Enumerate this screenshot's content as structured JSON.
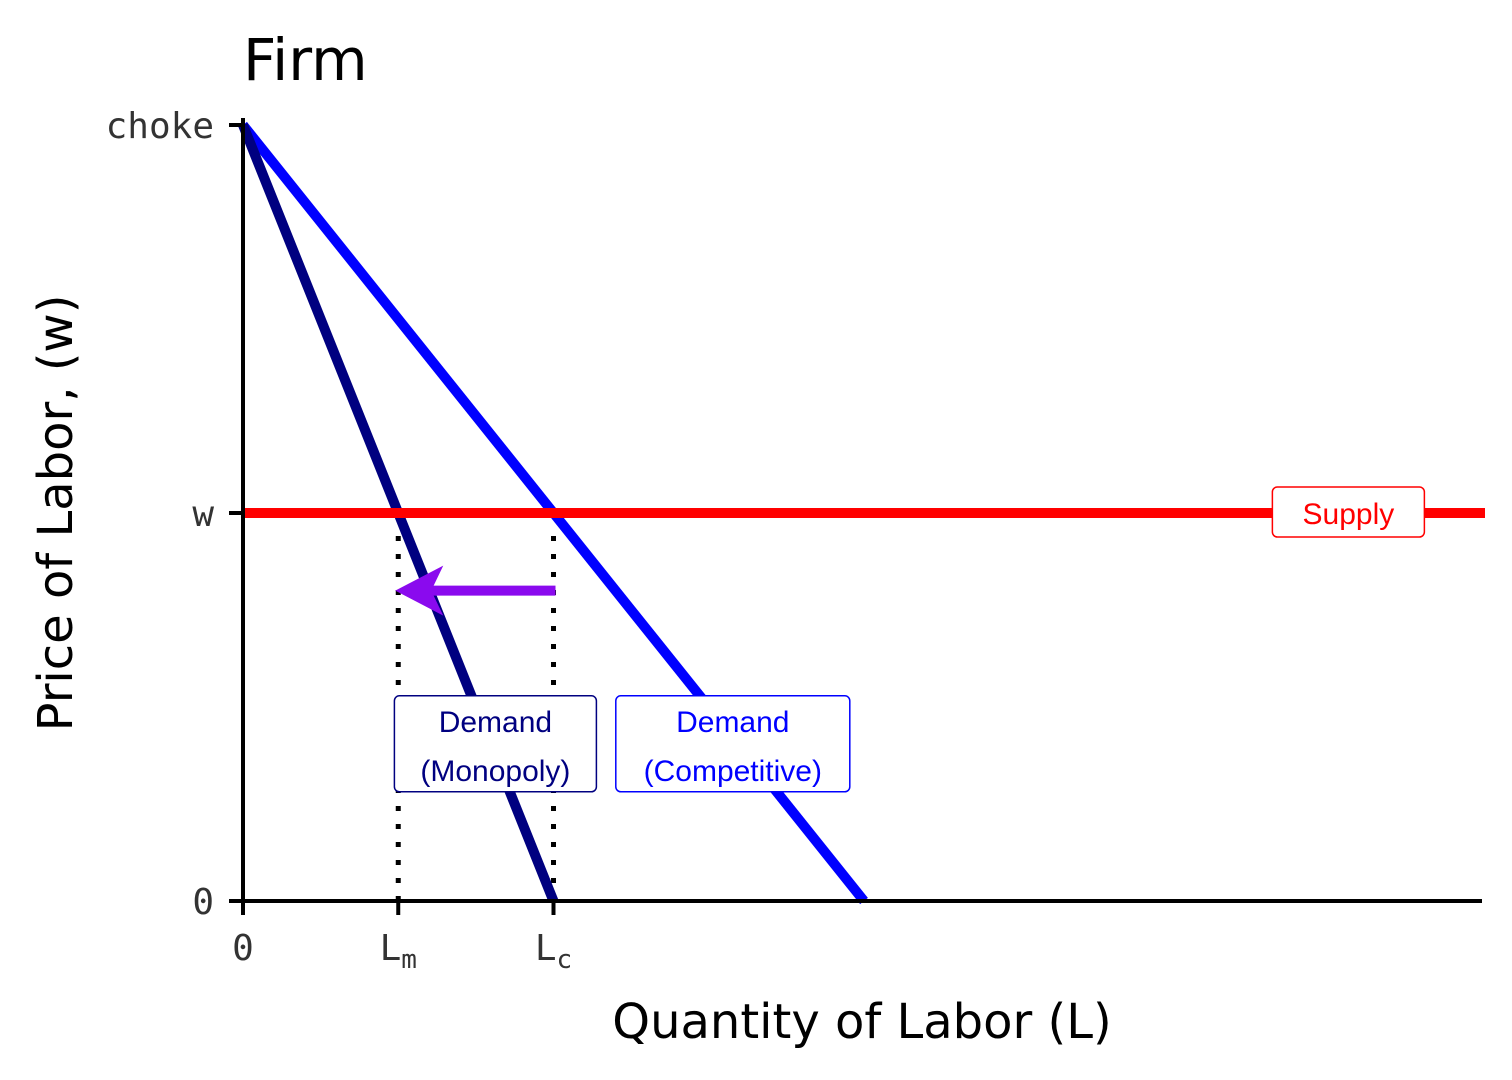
{
  "chart_data": {
    "type": "line",
    "title": "Firm",
    "xlabel": "Quantity of Labor (L)",
    "ylabel": "Price of Labor, (w)",
    "xlim": [
      0,
      10
    ],
    "ylim": [
      0,
      10
    ],
    "grid": false,
    "legend": "none",
    "x_ticks": [
      {
        "value": 0,
        "label": "0",
        "sub": ""
      },
      {
        "value": 1.25,
        "label": "L",
        "sub": "m"
      },
      {
        "value": 2.5,
        "label": "L",
        "sub": "c"
      }
    ],
    "y_ticks": [
      {
        "value": 0,
        "label": "0"
      },
      {
        "value": 5,
        "label": "w"
      },
      {
        "value": 10,
        "label": "choke"
      }
    ],
    "series": [
      {
        "color": "#0000FF",
        "x": [
          0,
          5
        ],
        "y": [
          10,
          0
        ]
      },
      {
        "color": "#000080",
        "x": [
          0,
          2.5
        ],
        "y": [
          10,
          0
        ]
      },
      {
        "color": "#FF0000",
        "x": [
          0,
          10
        ],
        "y": [
          5,
          5
        ]
      }
    ],
    "reference_lines": [
      {
        "x": 1.25,
        "y_from": 0,
        "y_to": 5,
        "style": "dotted",
        "color": "#000000"
      },
      {
        "x": 2.5,
        "y_from": 0,
        "y_to": 5,
        "style": "dotted",
        "color": "#000000"
      }
    ],
    "arrow": {
      "from": [
        2.5,
        4
      ],
      "to": [
        1.25,
        4
      ],
      "color": "#8A0AEE"
    },
    "annotations": [
      {
        "text": "Supply",
        "lines": [
          "Supply"
        ],
        "x": 8.9,
        "y": 5,
        "color": "#FF0000"
      },
      {
        "text": "Demand (Monopoly)",
        "lines": [
          "Demand",
          "(Monopoly)"
        ],
        "x": 2.0,
        "y": 2,
        "color": "#000080"
      },
      {
        "text": "Demand (Competitive)",
        "lines": [
          "Demand",
          "(Competitive)"
        ],
        "x": 4.0,
        "y": 2,
        "color": "#0000FF"
      }
    ]
  }
}
